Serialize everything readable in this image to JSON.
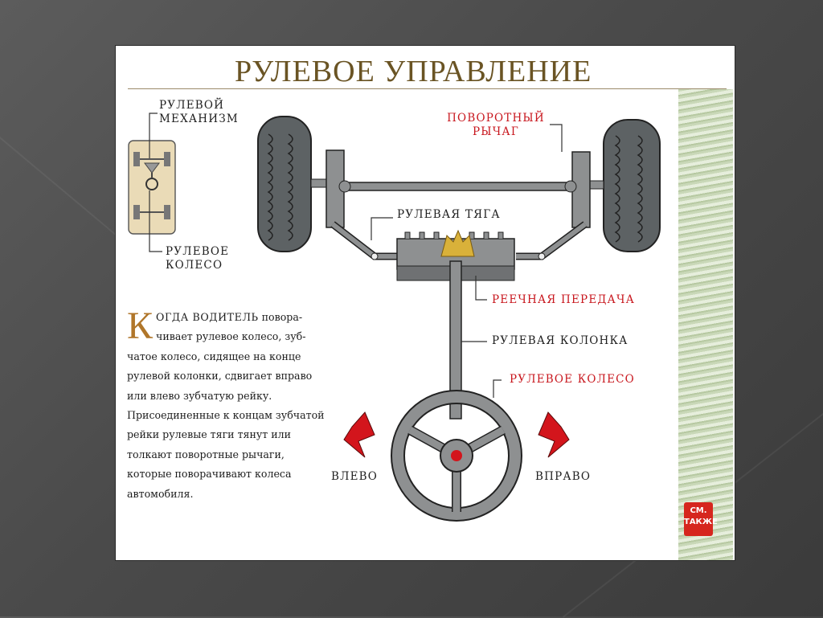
{
  "title": "РУЛЕВОЕ УПРАВЛЕНИЕ",
  "labels": {
    "steering_mechanism_1": "РУЛЕВОЙ",
    "steering_mechanism_2": "МЕХАНИЗМ",
    "steering_wheel_inset_1": "РУЛЕВОЕ",
    "steering_wheel_inset_2": "КОЛЕСО",
    "pivot_arm_1": "ПОВОРОТНЫЙ",
    "pivot_arm_2": "РЫЧАГ",
    "tie_rod": "РУЛЕВАЯ ТЯГА",
    "rack_gear": "РЕЕЧНАЯ ПЕРЕДАЧА",
    "steering_column": "РУЛЕВАЯ КОЛОНКА",
    "steering_wheel": "РУЛЕВОЕ КОЛЕСО",
    "left": "ВЛЕВО",
    "right": "ВПРАВО"
  },
  "paragraph": {
    "dropcap": "К",
    "lead": "ОГДА ВОДИТЕЛЬ",
    "rest": " повора-чивает рулевое колесо, зуб-чатое колесо, сидящее на конце рулевой колонки, сдвигает вправо или влево зубчатую рейку. Присоединенные к концам зубчатой рейки рулевые тяги тянут или толкают поворотные рычаги, которые поворачивают колеса автомобиля."
  },
  "see_also": "СМ. ТАКЖЕ",
  "colors": {
    "title": "#6a5424",
    "red_label": "#c8161d",
    "dropcap": "#b0762a",
    "arrow": "#d3151c",
    "metal": "#8e9091",
    "tire": "#5d6264"
  }
}
